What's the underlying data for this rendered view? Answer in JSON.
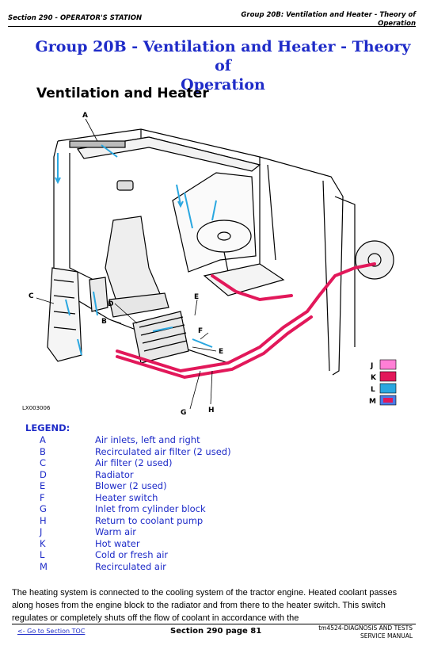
{
  "header": {
    "left": "Section 290 - OPERATOR'S STATION",
    "right_line1": "Group 20B: Ventilation and Heater - Theory of",
    "right_line2": "Operation"
  },
  "title": {
    "line1": "Group 20B - Ventilation and Heater - Theory of",
    "line2": "Operation"
  },
  "subtitle": "Ventilation and Heater",
  "figure": {
    "id": "LX003006",
    "callouts": [
      "A",
      "B",
      "C",
      "D",
      "E",
      "E",
      "F",
      "G",
      "H"
    ],
    "key": [
      {
        "letter": "J",
        "color": "#ff7fd6"
      },
      {
        "letter": "K",
        "color": "#e2185a"
      },
      {
        "letter": "L",
        "color": "#2aa7e0"
      },
      {
        "letter": "M",
        "color": "#4a7be8"
      }
    ]
  },
  "legend": {
    "title": "LEGEND:",
    "items": [
      {
        "key": "A",
        "text": "Air inlets, left and right"
      },
      {
        "key": "B",
        "text": "Recirculated air filter (2 used)"
      },
      {
        "key": "C",
        "text": "Air filter (2 used)"
      },
      {
        "key": "D",
        "text": "Radiator"
      },
      {
        "key": "E",
        "text": "Blower (2 used)"
      },
      {
        "key": "F",
        "text": "Heater switch"
      },
      {
        "key": "G",
        "text": "Inlet from cylinder block"
      },
      {
        "key": "H",
        "text": "Return to coolant pump"
      },
      {
        "key": "J",
        "text": "Warm air"
      },
      {
        "key": "K",
        "text": "Hot water"
      },
      {
        "key": "L",
        "text": "Cold or fresh air"
      },
      {
        "key": "M",
        "text": "Recirculated air"
      }
    ]
  },
  "body": {
    "text": "The heating system is connected to the cooling system of the tractor engine. Heated coolant passes along hoses from the engine block to the radiator and from there to the heater switch. This switch regulates or completely shuts off the flow of coolant in accordance with the"
  },
  "footer": {
    "link": "<- Go to Section TOC",
    "center": "Section 290 page 81",
    "right_line1": "tm4524-DIAGNOSIS AND TESTS",
    "right_line2": "SERVICE MANUAL"
  }
}
